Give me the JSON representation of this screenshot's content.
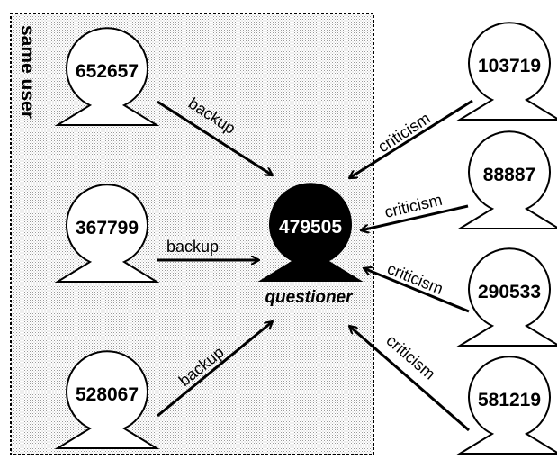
{
  "group": {
    "label": "same user"
  },
  "center": {
    "id": "479505",
    "role": "questioner"
  },
  "nodes": [
    {
      "id": "652657",
      "relation": "backup"
    },
    {
      "id": "367799",
      "relation": "backup"
    },
    {
      "id": "528067",
      "relation": "backup"
    },
    {
      "id": "103719",
      "relation": "criticism"
    },
    {
      "id": "88887",
      "relation": "criticism"
    },
    {
      "id": "290533",
      "relation": "criticism"
    },
    {
      "id": "581219",
      "relation": "criticism"
    }
  ]
}
